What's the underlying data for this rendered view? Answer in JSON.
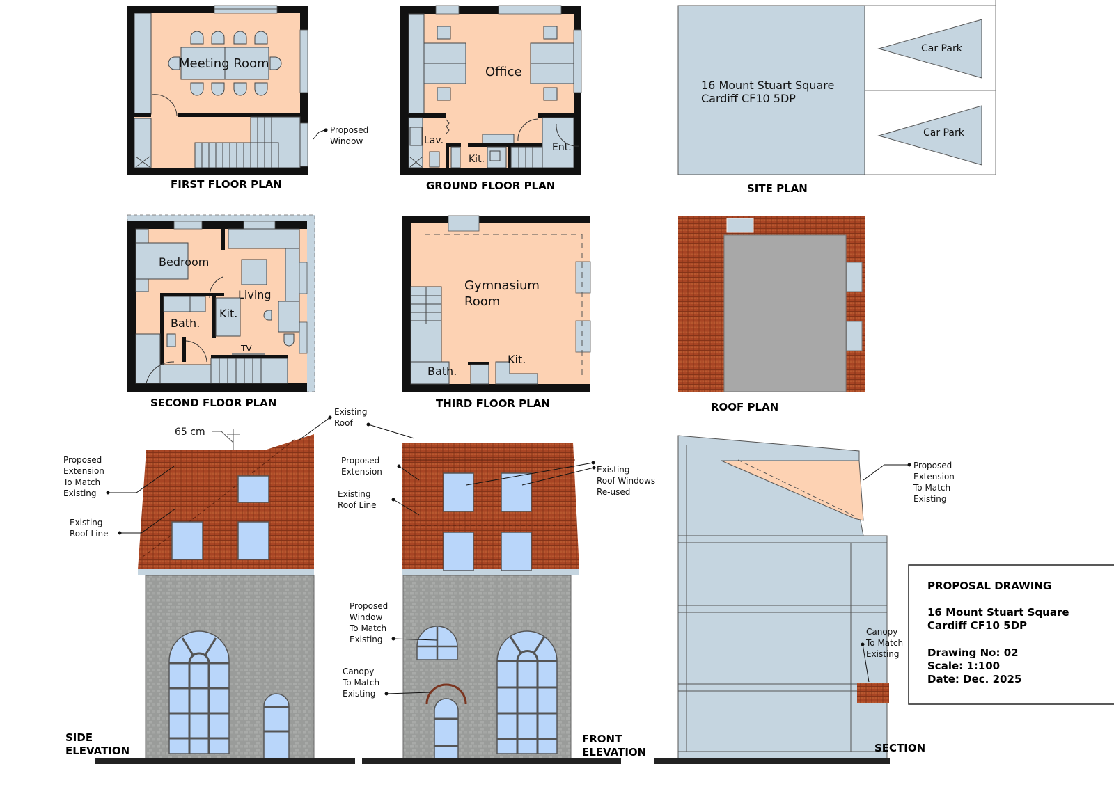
{
  "plans": {
    "first_floor": {
      "title": "FIRST FLOOR PLAN",
      "rooms": [
        "Meeting Room"
      ],
      "annotation": [
        "Proposed",
        "Window"
      ]
    },
    "ground_floor": {
      "title": "GROUND FLOOR PLAN",
      "rooms": [
        "Office",
        "Lav.",
        "Kit.",
        "Ent."
      ]
    },
    "site": {
      "title": "SITE PLAN",
      "address_line1": "16 Mount Stuart Square",
      "address_line2": "Cardiff CF10 5DP",
      "parking": [
        "Car Park",
        "Car Park"
      ]
    },
    "second_floor": {
      "title": "SECOND FLOOR PLAN",
      "rooms": [
        "Bedroom",
        "Living",
        "Kit.",
        "Bath.",
        "TV"
      ]
    },
    "third_floor": {
      "title": "THIRD FLOOR PLAN",
      "rooms": [
        "Gymnasium",
        "Room",
        "Kit.",
        "Bath."
      ]
    },
    "roof": {
      "title": "ROOF PLAN"
    }
  },
  "elevations": {
    "side": {
      "title_line1": "SIDE",
      "title_line2": "ELEVATION",
      "dimension": "65 cm",
      "notes": {
        "proposed_extension": [
          "Proposed",
          "Extension",
          "To Match",
          "Existing"
        ],
        "existing_roof_line": [
          "Existing",
          "Roof Line"
        ],
        "existing_roof": [
          "Existing",
          "Roof"
        ]
      }
    },
    "front": {
      "title_line1": "FRONT",
      "title_line2": "ELEVATION",
      "notes": {
        "proposed_extension": [
          "Proposed",
          "Extension"
        ],
        "existing_roof_line": [
          "Existing",
          "Roof Line"
        ],
        "roof_windows": [
          "Existing",
          "Roof Windows",
          "Re-used"
        ],
        "proposed_window": [
          "Proposed",
          "Window",
          "To Match",
          "Existing"
        ],
        "canopy": [
          "Canopy",
          "To Match",
          "Existing"
        ]
      }
    },
    "section": {
      "title": "SECTION",
      "notes": {
        "proposed_extension": [
          "Proposed",
          "Extension",
          "To Match",
          "Existing"
        ],
        "canopy": [
          "Canopy",
          "To Match",
          "Existing"
        ]
      }
    }
  },
  "title_block": {
    "heading": "PROPOSAL DRAWING",
    "address_line1": "16 Mount Stuart Square",
    "address_line2": "Cardiff CF10 5DP",
    "drawing_no": "Drawing No: 02",
    "scale": "Scale: 1:100",
    "date": "Date: Dec. 2025"
  },
  "colors": {
    "floor": "#fdd2b3",
    "furniture": "#c5d5e0",
    "wall": "#111111",
    "roof_tile": "#a84524",
    "stone": "#9c9e9c",
    "glass": "#b9d6fa",
    "roof_flat": "#a8a8a8"
  }
}
